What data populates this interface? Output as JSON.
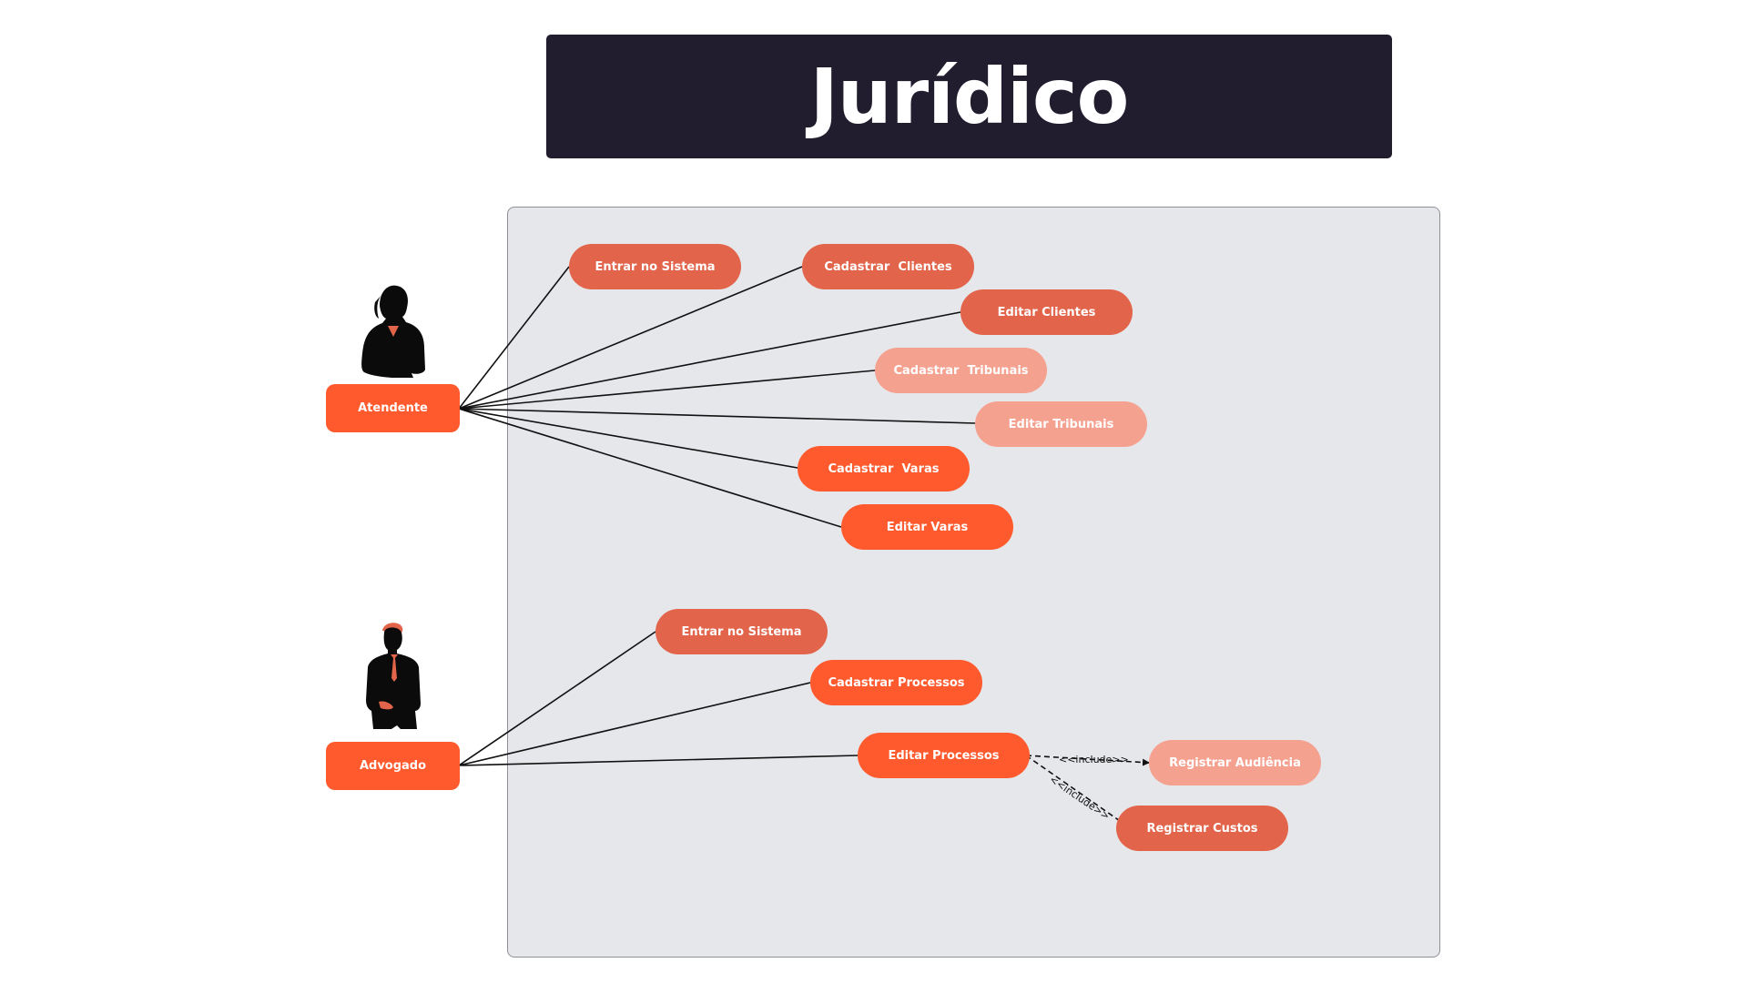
{
  "title": "Jurídico",
  "colors": {
    "title_background": "#221d2e",
    "system_background": "#e6e7eb",
    "actor_color": "#ff5a2e",
    "usecase_dark": "#e2644a",
    "usecase_bright": "#ff5a2e",
    "usecase_light": "#f5a190"
  },
  "actors": [
    {
      "name": "Atendente",
      "icon": "female-figure-icon"
    },
    {
      "name": "Advogado",
      "icon": "male-figure-icon"
    }
  ],
  "atendente_usecases": [
    "Entrar no Sistema",
    "Cadastrar  Clientes",
    "Editar Clientes",
    "Cadastrar  Tribunais",
    "Editar Tribunais",
    "Cadastrar  Varas",
    "Editar Varas"
  ],
  "advogado_usecases": [
    "Entrar no Sistema",
    "Cadastrar Processos",
    "Editar Processos",
    "Registrar Audiência",
    "Registrar Custos"
  ],
  "relations": {
    "include_label": "<<include>>"
  }
}
